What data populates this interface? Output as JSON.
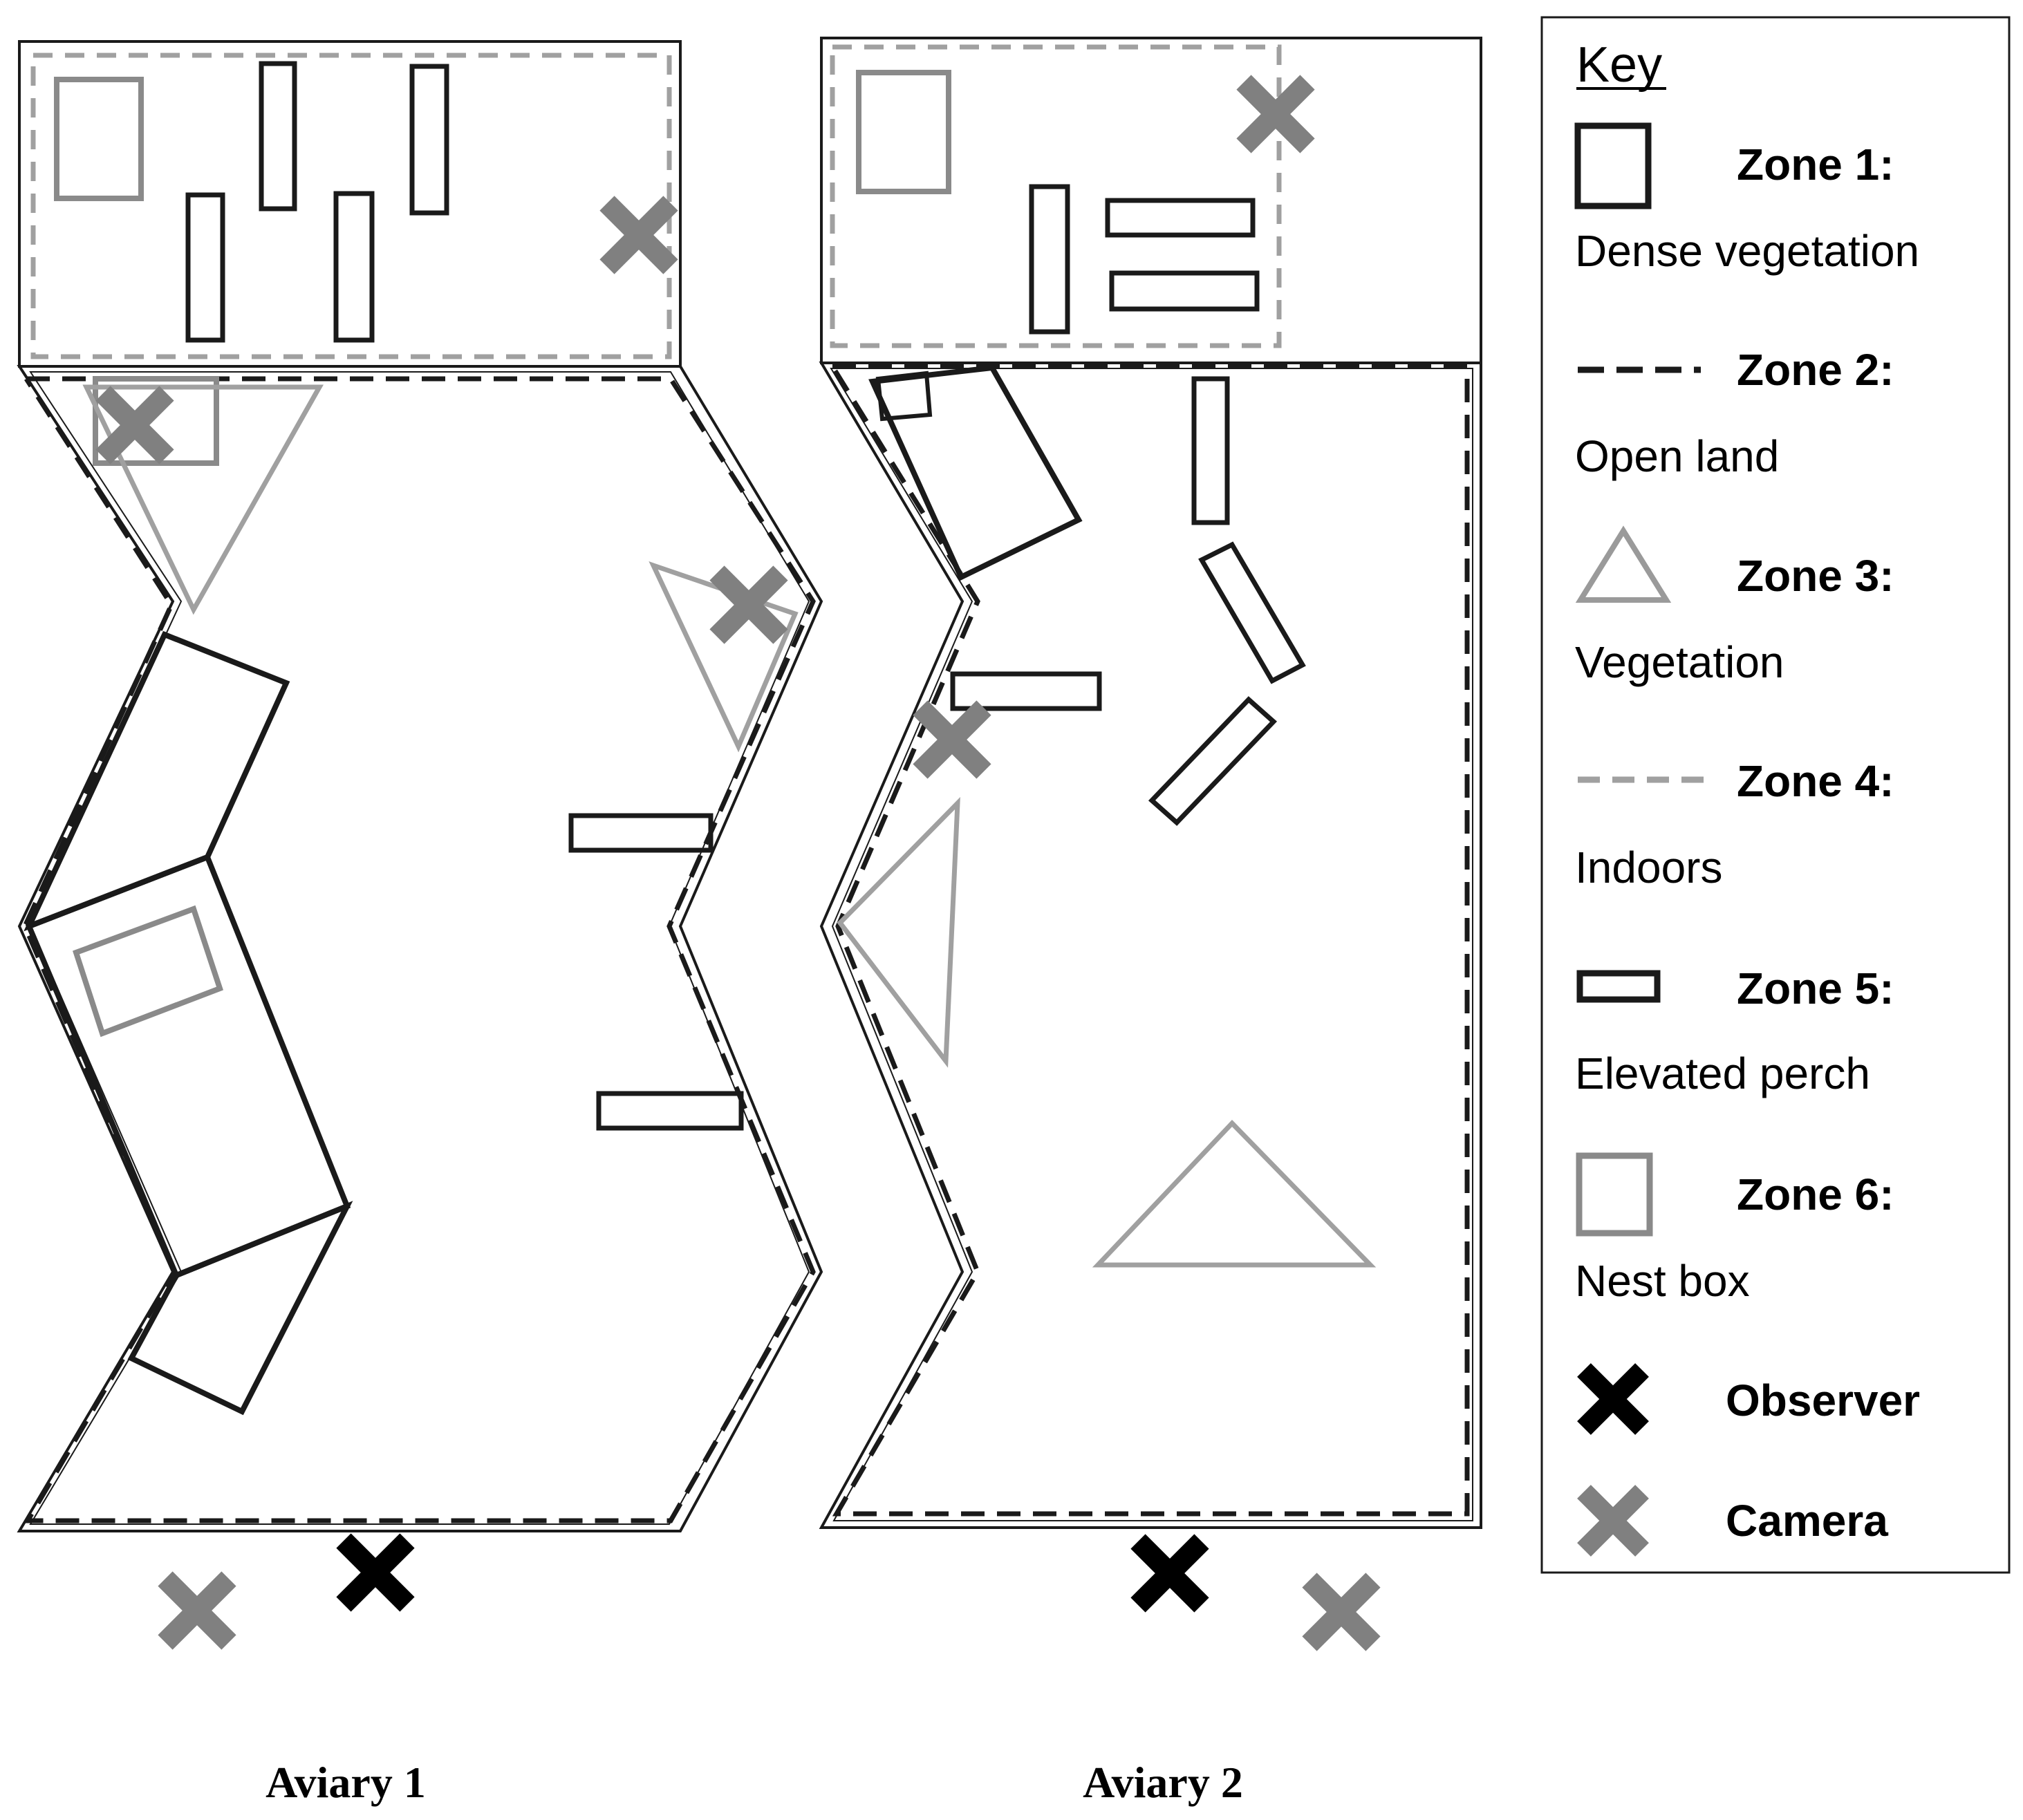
{
  "key": {
    "title": "Key",
    "zones": [
      {
        "name": "Zone 1:",
        "description": "Dense vegetation",
        "symbol": "square-dark-icon"
      },
      {
        "name": "Zone 2:",
        "description": "Open land",
        "symbol": "dashed-line-dark-icon"
      },
      {
        "name": "Zone 3:",
        "description": "Vegetation",
        "symbol": "triangle-grey-icon"
      },
      {
        "name": "Zone 4:",
        "description": "Indoors",
        "symbol": "dashed-line-grey-icon"
      },
      {
        "name": "Zone 5:",
        "description": "Elevated perch",
        "symbol": "rectangle-dark-icon"
      },
      {
        "name": "Zone 6:",
        "description": "Nest box",
        "symbol": "square-grey-icon"
      }
    ],
    "markers": [
      {
        "name": "Observer",
        "symbol": "x-black-icon"
      },
      {
        "name": "Camera",
        "symbol": "x-grey-icon"
      }
    ]
  },
  "aviaries": [
    {
      "label": "Aviary 1"
    },
    {
      "label": "Aviary 2"
    }
  ],
  "colors": {
    "dark": "#1a1a1a",
    "grey": "#9a9a9a",
    "observer": "#000000",
    "camera": "#808080"
  }
}
